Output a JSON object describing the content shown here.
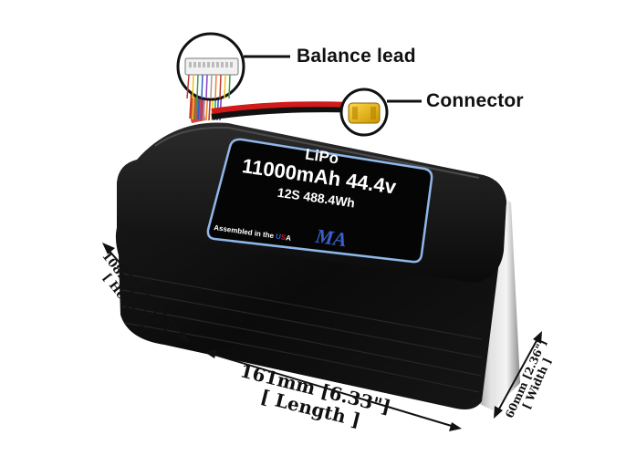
{
  "callouts": {
    "balance_lead": "Balance lead",
    "connector": "Connector"
  },
  "battery_label": {
    "chemistry": "LiPo",
    "capacity_voltage": "11000mAh 44.4v",
    "cells_energy": "12S 488.4Wh",
    "assembled_prefix": "Assembled in the ",
    "assembled_u": "U",
    "assembled_s": "S",
    "assembled_a": "A",
    "logo_text": "MA"
  },
  "dimensions": {
    "height_main": "108mm [4.25\"]",
    "height_sub": "[ Height ]",
    "length_main": "161mm [6.33\"]",
    "length_sub": "[ Length ]",
    "width_main": "60mm [2.36\"]",
    "width_sub": "[ Width ]"
  },
  "colors": {
    "battery_body": "#0d0d0d",
    "label_border": "#8fb7e8",
    "connector_yellow": "#e6b400",
    "lead_red": "#d11a1a"
  }
}
